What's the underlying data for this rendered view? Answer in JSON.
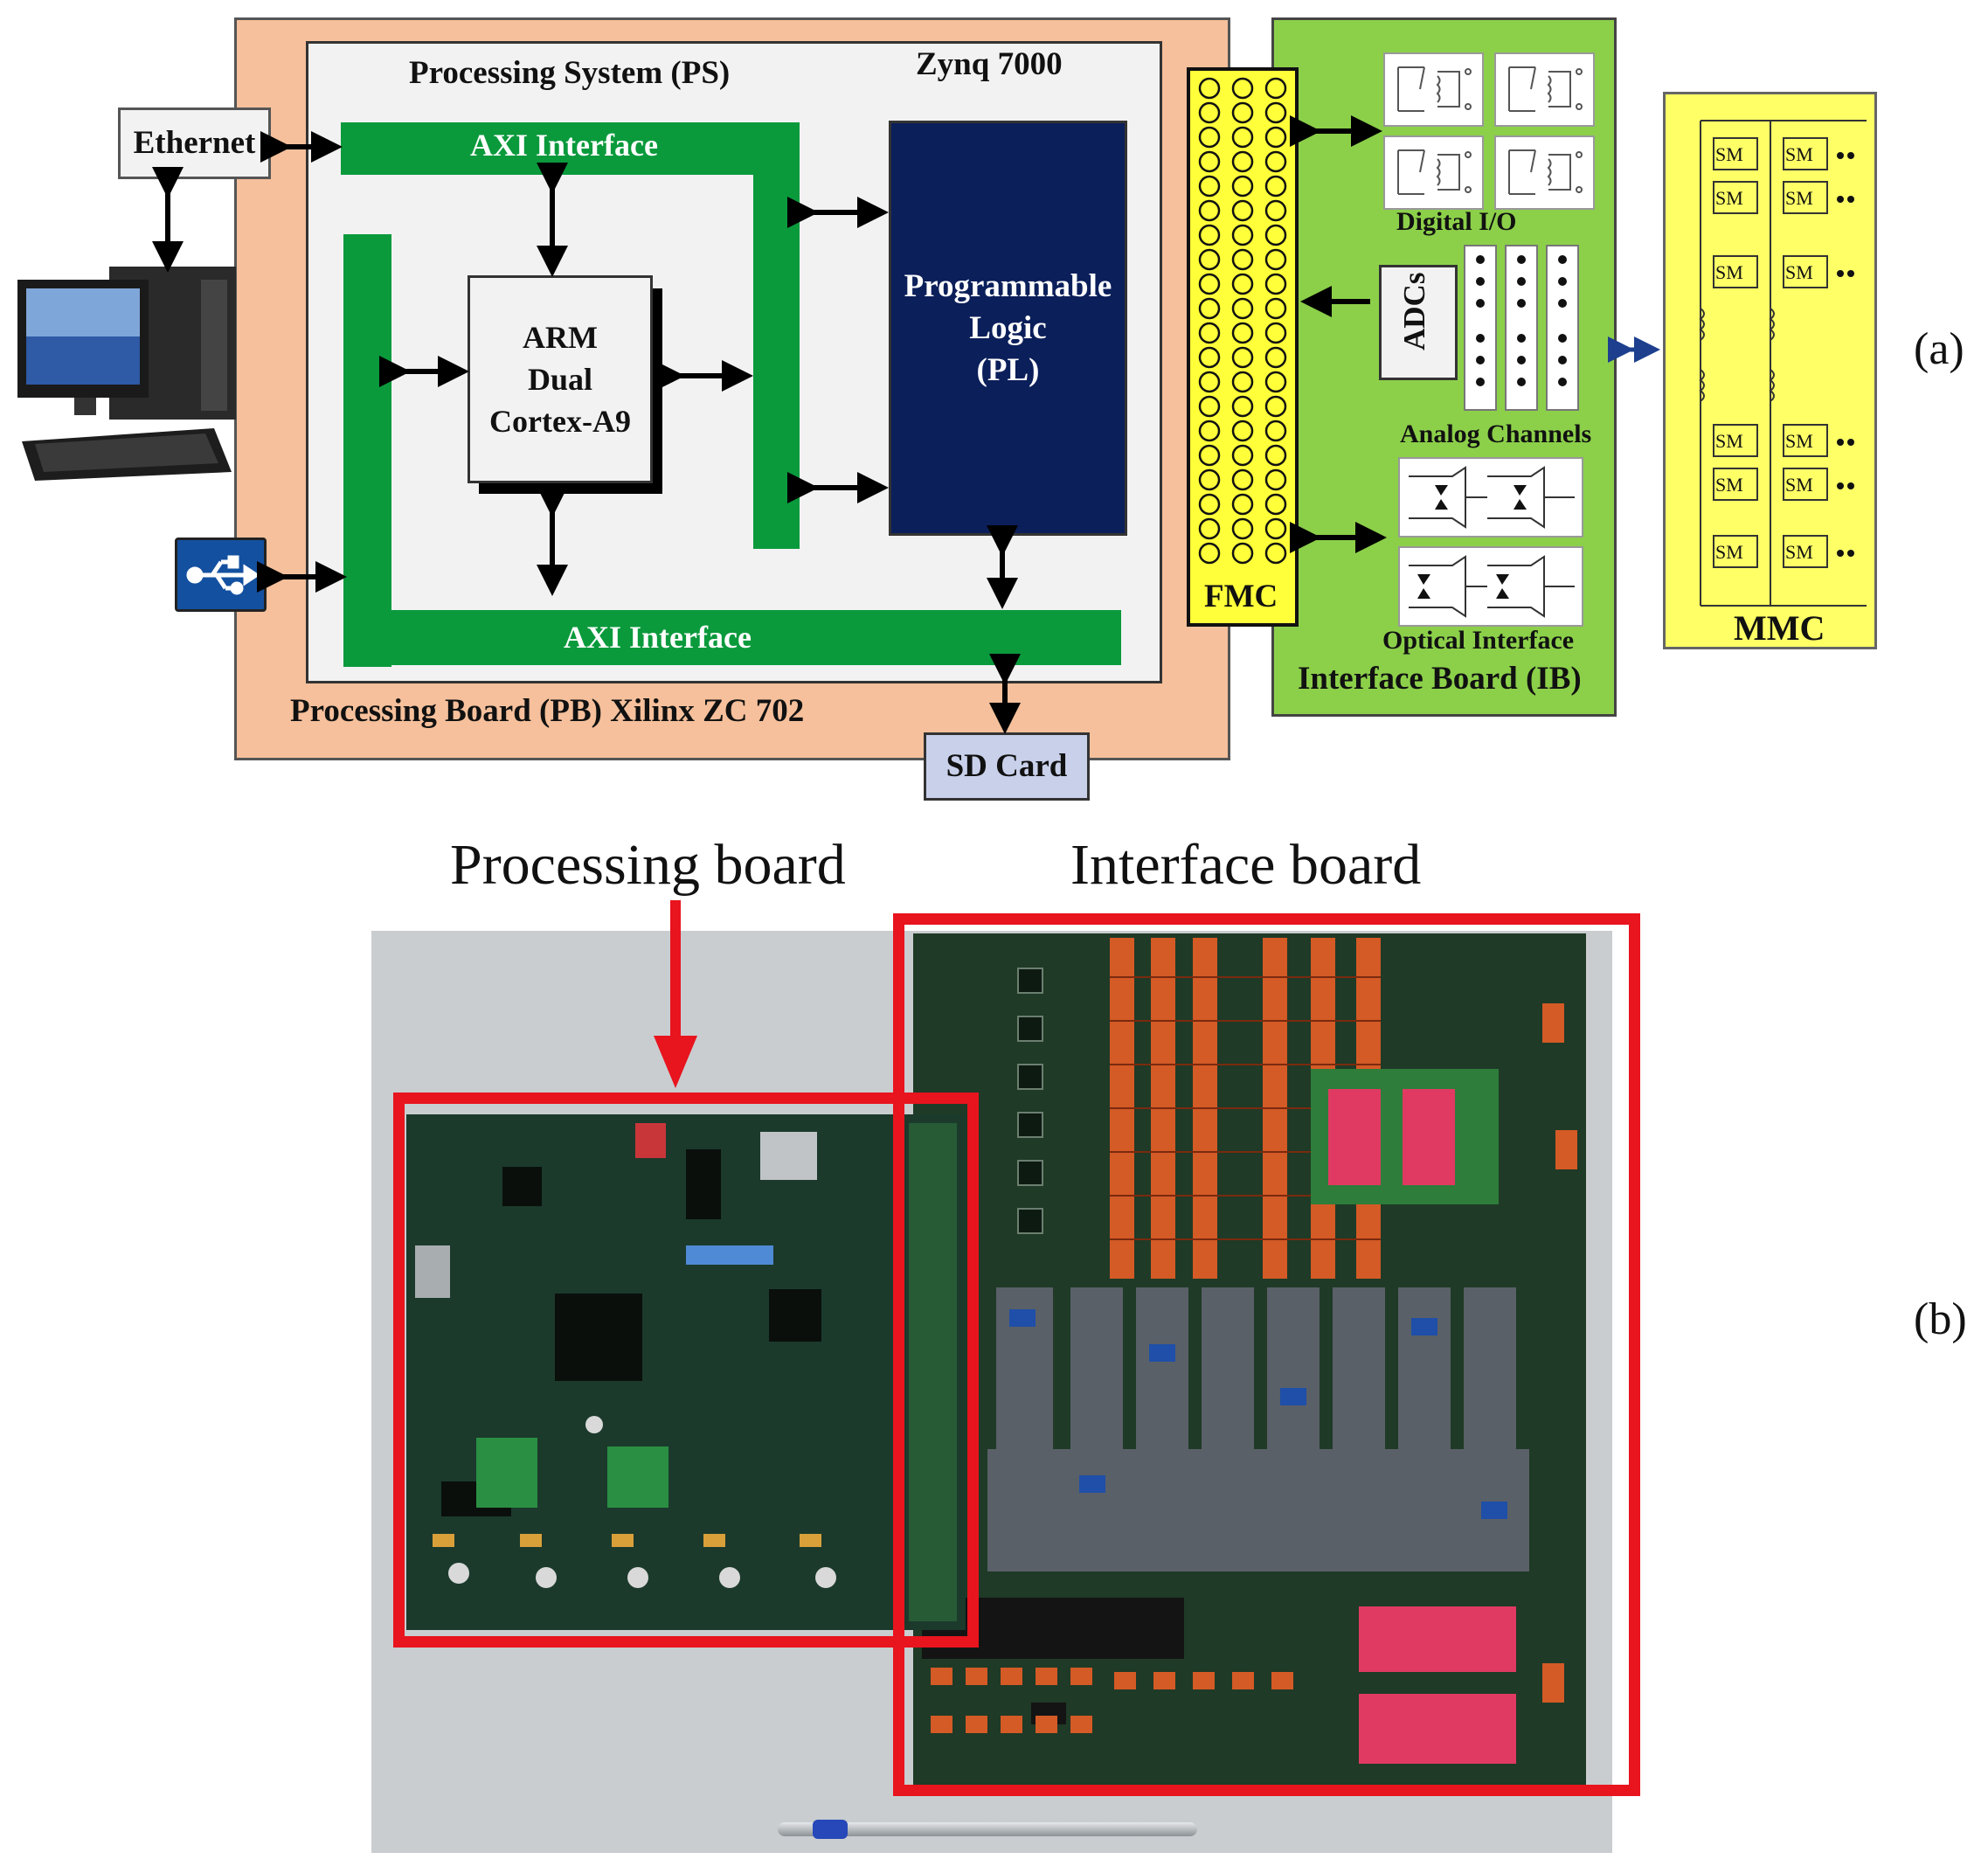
{
  "panel_a": {
    "label": "(a)",
    "zynq_title": "Zynq 7000",
    "ps_title": "Processing System (PS)",
    "axi_top": "AXI Interface",
    "axi_bottom": "AXI Interface",
    "arm_lines": [
      "ARM",
      "Dual",
      "Cortex-A9"
    ],
    "pl_lines": [
      "Programmable",
      "Logic",
      "(PL)"
    ],
    "pb_title": "Processing Board (PB) Xilinx ZC 702",
    "ethernet": "Ethernet",
    "sd_card": "SD Card",
    "fmc": "FMC",
    "digital_io": "Digital I/O",
    "adcs": "ADCs",
    "analog_channels": "Analog Channels",
    "optical_interface": "Optical Interface",
    "ib_title": "Interface Board (IB)",
    "mmc": "MMC",
    "sm_label": "SM",
    "colors": {
      "pb_fill": "#f5c09b",
      "ps_fill": "#f2f2f2",
      "axi_green": "#0a9a3c",
      "pl_blue": "#0b1f5a",
      "ib_green": "#8cd04a",
      "fmc_yellow": "#ffff3a",
      "mmc_yellow": "#ffff66",
      "sd_fill": "#c8d0ea"
    }
  },
  "panel_b": {
    "label": "(b)",
    "processing_board": "Processing board",
    "interface_board": "Interface board",
    "highlight_color": "#e8141e"
  }
}
